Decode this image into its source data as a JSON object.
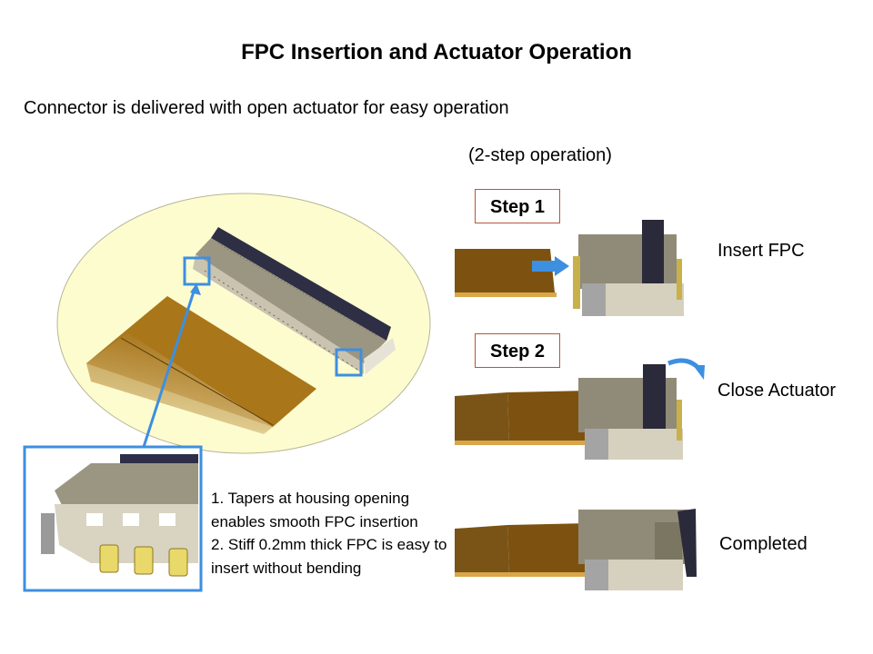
{
  "slide": {
    "title": "FPC Insertion and Actuator Operation",
    "subtitle": "Connector is delivered with open actuator for easy operation",
    "steps_note": "(2-step operation)"
  },
  "steps": [
    {
      "badge": "Step 1",
      "label": "Insert FPC"
    },
    {
      "badge": "Step 2",
      "label": "Close Actuator"
    },
    {
      "badge": "",
      "label": "Completed"
    }
  ],
  "notes": {
    "line1": "1. Tapers at housing opening enables smooth FPC insertion",
    "line2": "2. Stiff 0.2mm  thick FPC is easy to insert without bending"
  },
  "colors": {
    "highlight_blue": "#3d8fe0",
    "ellipse_fill": "#fdfccf",
    "fpc_brown": "#8a5a12",
    "step_border": "#b5563c"
  }
}
